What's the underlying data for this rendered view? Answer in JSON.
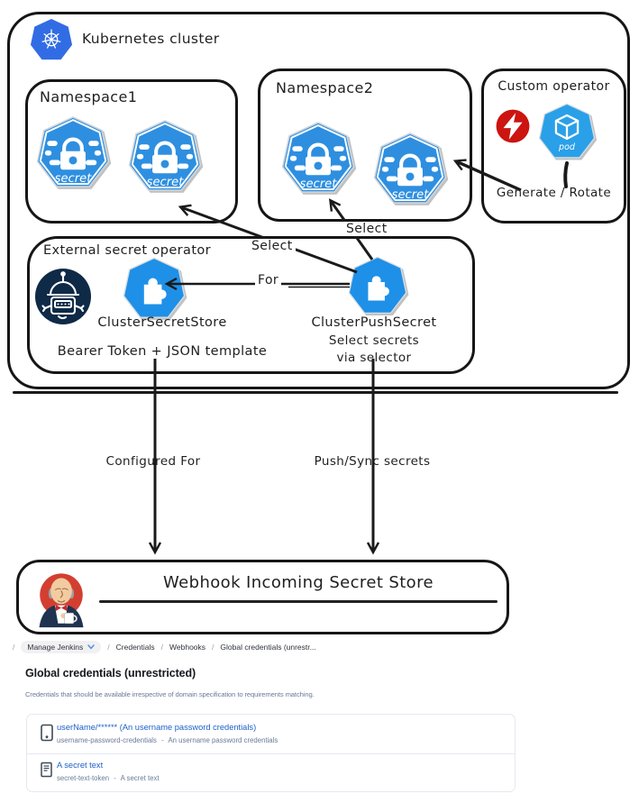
{
  "colors": {
    "k8s_blue": "#326CE5",
    "secret_blue": "#2E8FE0",
    "pod_blue": "#2AA0E8",
    "puzzle_blue": "#1E90E8",
    "alert_red": "#CC1410",
    "robot_navy": "#0E2A47",
    "ink": "#1A1A1A",
    "jenkins_red": "#D23F31",
    "link_blue": "#1B5FC8",
    "muted_blue_gray": "#6B7B99"
  },
  "icons": {
    "kubernetes_logo": "heptagon-wheel",
    "secret": "heptagon-lock",
    "pod": "heptagon-cube",
    "alert": "lightning-bolt-circle",
    "eso_robot": "robot-circle",
    "crd_puzzle": "heptagon-puzzle",
    "jenkins_mascot": "butler-with-cup",
    "userpass_credential": "id-card",
    "secret_text_credential": "note",
    "breadcrumb_chevron": "chevron-down"
  },
  "cluster": {
    "title": "Kubernetes cluster",
    "namespace1": {
      "title": "Namespace1",
      "secrets": [
        {
          "label": "secret"
        },
        {
          "label": "secret"
        }
      ]
    },
    "namespace2": {
      "title": "Namespace2",
      "secrets": [
        {
          "label": "secret"
        },
        {
          "label": "secret"
        }
      ]
    },
    "custom_operator": {
      "title": "Custom operator",
      "pod_label": "pod",
      "action_label": "Generate / Rotate"
    },
    "eso": {
      "title": "External secret operator",
      "store_name": "ClusterSecretStore",
      "store_note": "Bearer Token + JSON template",
      "push_name": "ClusterPushSecret",
      "push_note_line1": "Select secrets",
      "push_note_line2": "via selector",
      "for_label": "For"
    },
    "select_label_ns1": "Select",
    "select_label_ns2": "Select"
  },
  "flows": {
    "configured_for": "Configured For",
    "push_sync": "Push/Sync secrets"
  },
  "webhook": {
    "title": "Webhook Incoming Secret Store"
  },
  "jenkins": {
    "breadcrumb": {
      "separator": "/",
      "items": [
        "Manage Jenkins",
        "Credentials",
        "Webhooks",
        "Global credentials (unrestr..."
      ]
    },
    "heading": "Global credentials (unrestricted)",
    "description": "Credentials that should be available irrespective of domain specification to requirements matching.",
    "credentials": [
      {
        "title": "userName/****** (An username password credentials)",
        "id": "username-password-credentials",
        "separator": "-",
        "description": "An username password credentials"
      },
      {
        "title": "A secret text",
        "id": "secret-text-token",
        "separator": "-",
        "description": "A secret text"
      }
    ]
  }
}
